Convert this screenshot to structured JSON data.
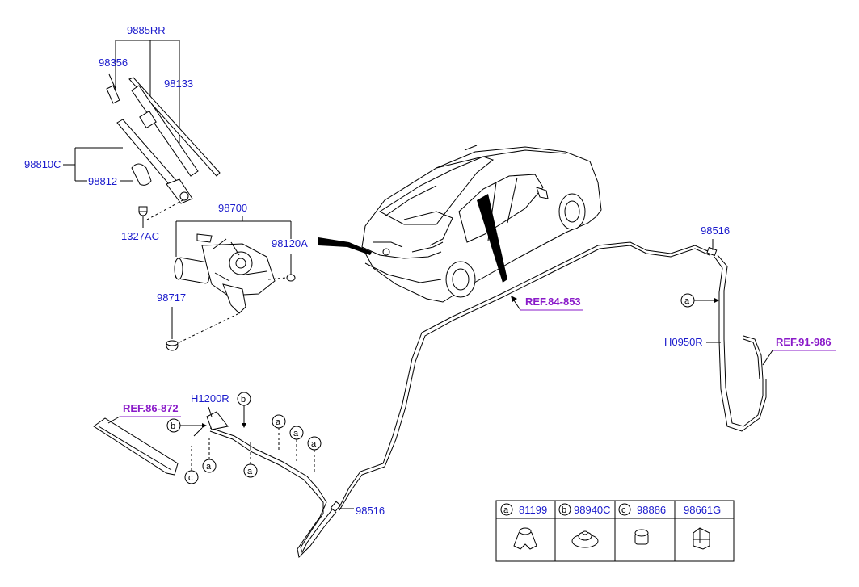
{
  "labels": {
    "p9885RR": "9885RR",
    "p98356": "98356",
    "p98133": "98133",
    "p98810C": "98810C",
    "p98812": "98812",
    "p1327AC": "1327AC",
    "p98700": "98700",
    "p98120A": "98120A",
    "p98717": "98717",
    "p98516_top": "98516",
    "pH0950R": "H0950R",
    "pH1200R": "H1200R",
    "p98516_bottom": "98516"
  },
  "refs": {
    "ref_84": "REF.84-853",
    "ref_91": "REF.91-986",
    "ref_86": "REF.86-872"
  },
  "symbols": {
    "a": "a",
    "b": "b",
    "c": "c"
  },
  "legend": {
    "cells": [
      {
        "symbol": "a",
        "part": "81199"
      },
      {
        "symbol": "b",
        "part": "98940C"
      },
      {
        "symbol": "c",
        "part": "98886"
      },
      {
        "symbol": "",
        "part": "98661G"
      }
    ]
  }
}
